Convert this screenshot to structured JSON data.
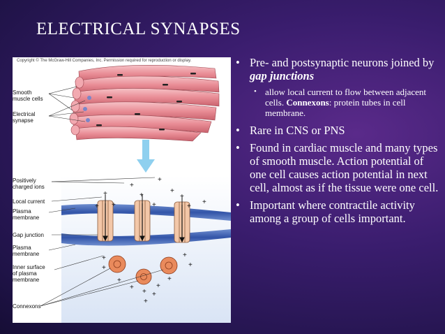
{
  "slide": {
    "title": "ELECTRICAL SYNAPSES",
    "colors": {
      "background": "#2a1a5e",
      "accent": "#6a3aa8",
      "text": "#ffffff"
    }
  },
  "figure": {
    "copyright": "Copyright © The McGraw-Hill Companies, Inc. Permission required for reproduction or display.",
    "labels": {
      "smooth_muscle_1": "Smooth",
      "smooth_muscle_2": "muscle cells",
      "electrical_synapse_1": "Electrical",
      "electrical_synapse_2": "synapse",
      "positively_1": "Positively",
      "positively_2": "charged ions",
      "local_current": "Local current",
      "plasma_membrane_1a": "Plasma",
      "plasma_membrane_1b": "membrane",
      "gap_junction": "Gap junction",
      "plasma_membrane_2a": "Plasma",
      "plasma_membrane_2b": "membrane",
      "inner_surface_1": "Inner surface",
      "inner_surface_2": "of plasma",
      "inner_surface_3": "membrane",
      "connexons": "Connexons"
    }
  },
  "bullets": {
    "b1_part1": "Pre- and postsynaptic neurons joined by ",
    "b1_em": "gap junctions",
    "b1_sub": "allow local current to flow between adjacent cells.",
    "b1_sub2_strong": "Connexons",
    "b1_sub2_rest": ": protein tubes in cell membrane.",
    "b2": "Rare in CNS or PNS",
    "b3": "Found in cardiac muscle and many types of smooth muscle. Action potential of one cell causes action potential in next cell, almost as if the tissue were one cell.",
    "b4": "Important where contractile activity among a group of cells important.",
    "bullet_symbol": "•"
  }
}
